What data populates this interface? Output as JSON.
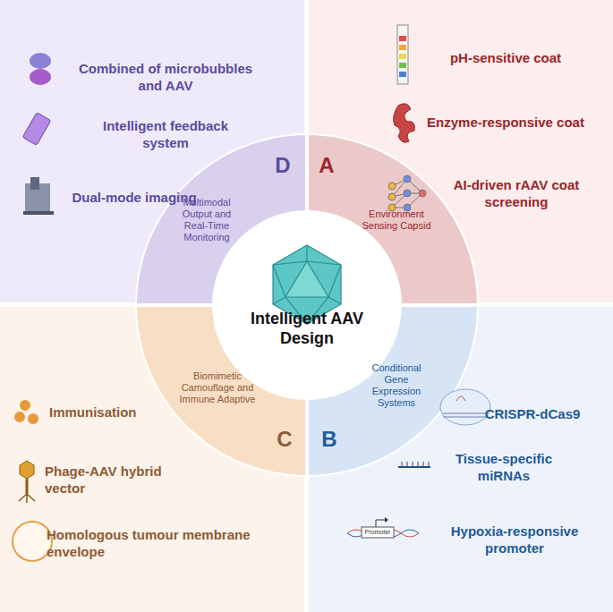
{
  "diagram": {
    "nodes": [
      {
        "text": [
          "Intelligent AAV Design"
        ]
      },
      {
        "text": [
          "D",
          "Multimodal Output and Real-Time Monitoring"
        ]
      },
      {
        "text": [
          "A",
          "Environment Sensing Capsid"
        ]
      },
      {
        "text": [
          "C",
          "Biomimetic Camouflage and Immune Adaptive"
        ]
      },
      {
        "text": [
          "B",
          "Conditional Gene Expression Systems"
        ]
      },
      {
        "text": [
          "Combined of microbubbles and AAV"
        ]
      },
      {
        "text": [
          "Intelligent feedback system"
        ]
      },
      {
        "text": [
          "Dual-mode imaging"
        ]
      },
      {
        "text": [
          "pH-sensitive coat"
        ]
      },
      {
        "text": [
          "Enzyme-responsive coat"
        ]
      },
      {
        "text": [
          "AI-driven rAAV coat screening"
        ]
      },
      {
        "text": [
          "Immunisation"
        ]
      },
      {
        "text": [
          "Phage-AAV hybrid vector"
        ]
      },
      {
        "text": [
          "Homologous tumour membrane envelope"
        ]
      },
      {
        "text": [
          "CRISPR-dCas9"
        ]
      },
      {
        "text": [
          "Tissue-specific miRNAs"
        ]
      },
      {
        "text": [
          "Hypoxia-responsive promoter"
        ]
      }
    ],
    "labels": [
      "Promoter"
    ]
  }
}
